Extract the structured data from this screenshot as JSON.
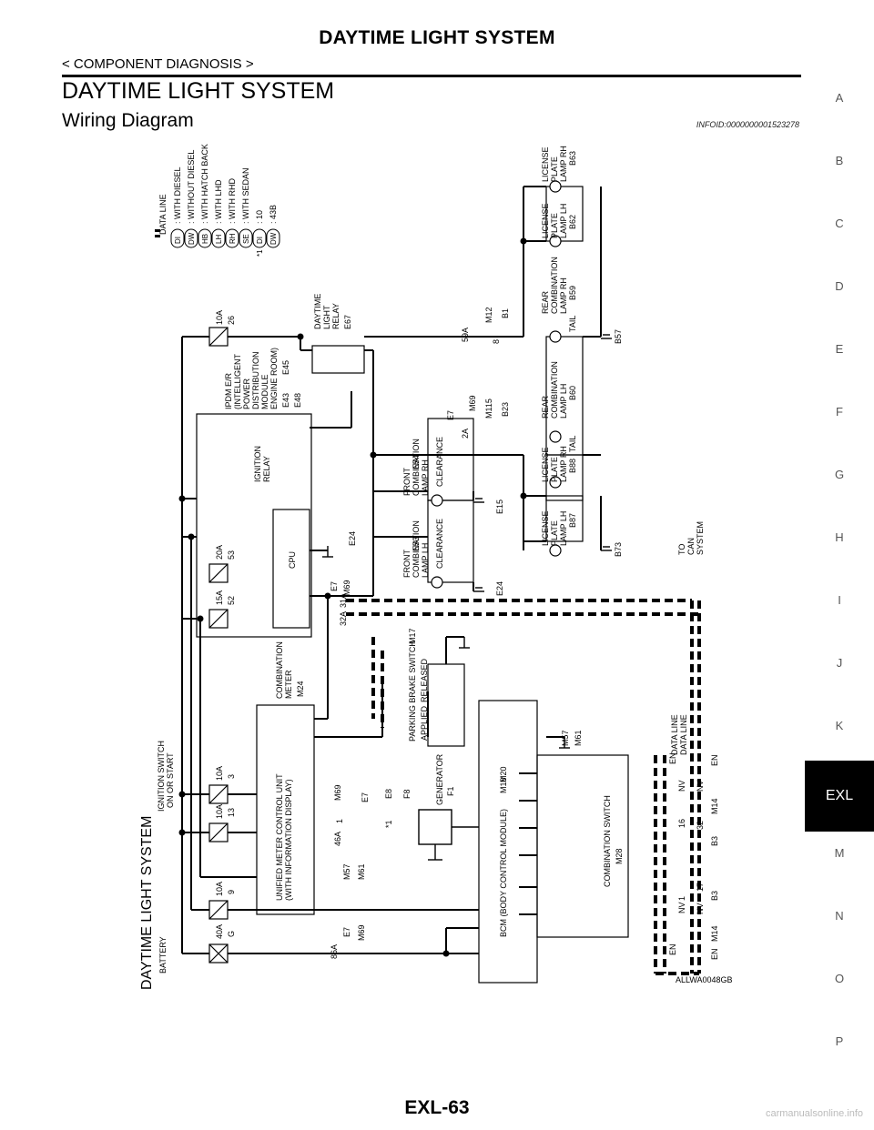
{
  "header": {
    "title": "DAYTIME LIGHT SYSTEM",
    "subtitle": "< COMPONENT DIAGNOSIS >",
    "section_title": "DAYTIME LIGHT SYSTEM",
    "subsection_title": "Wiring Diagram",
    "info_id": "INFOID:0000000001523278"
  },
  "side_nav": {
    "letters": [
      "A",
      "B",
      "C",
      "D",
      "E",
      "F",
      "G",
      "H",
      "I",
      "J",
      "K"
    ],
    "active": "EXL",
    "letters_after": [
      "M",
      "N",
      "O",
      "P"
    ]
  },
  "page_number": "EXL-63",
  "watermark": "carmanualsonline.info",
  "diagram": {
    "vertical_title": "DAYTIME LIGHT SYSTEM",
    "figure_code": "ALLWA0048GB",
    "legend": {
      "data_line": "DATA LINE",
      "items": [
        {
          "code": "DI",
          "text": ": WITH DIESEL"
        },
        {
          "code": "DW",
          "text": ": WITHOUT DIESEL"
        },
        {
          "code": "HB",
          "text": ": WITH HATCH BACK"
        },
        {
          "code": "LH",
          "text": ": WITH LHD"
        },
        {
          "code": "RH",
          "text": ": WITH RHD"
        },
        {
          "code": "SE",
          "text": ": WITH SEDAN"
        }
      ],
      "footnote_mark": "*1",
      "footnote_items": [
        {
          "code": "DI",
          "text": ": 10"
        },
        {
          "code": "DW",
          "text": ": 43B"
        }
      ]
    },
    "labels": {
      "battery": "BATTERY",
      "ignition_switch_1": "IGNITION SWITCH",
      "ignition_switch_2": "ON OR START",
      "fuse_40a": "40A",
      "fuse_g": "G",
      "fuse_10a_1": "10A",
      "fuse_9": "9",
      "fuse_10a_2": "10A",
      "fuse_13": "13",
      "fuse_10a_3": "10A",
      "fuse_3": "3",
      "fuse_15a": "15A",
      "fuse_52": "52",
      "fuse_20a": "20A",
      "fuse_53": "53",
      "fuse_10a_4": "10A",
      "fuse_26": "26",
      "ipdm_1": "IPDM E/R",
      "ipdm_2": "(INTELLIGENT",
      "ipdm_3": "POWER",
      "ipdm_4": "DISTRIBUTION",
      "ipdm_5": "MODULE",
      "ipdm_6": "ENGINE ROOM)",
      "ipdm_c1": "E43",
      "ipdm_c2": "E45",
      "ipdm_c3": "E48",
      "cpu": "CPU",
      "ign_relay_1": "IGNITION",
      "ign_relay_2": "RELAY",
      "dtl_relay_1": "DAYTIME",
      "dtl_relay_2": "LIGHT",
      "dtl_relay_3": "RELAY",
      "dtl_relay_c": "E67",
      "comb_meter_1": "COMBINATION",
      "comb_meter_2": "METER",
      "comb_meter_c": "M24",
      "umcu_1": "UNIFIED METER CONTROL UNIT",
      "umcu_2": "(WITH INFORMATION DISPLAY)",
      "parking_brake": "PARKING BRAKE SWITCH",
      "parking_brake_c": "M17",
      "applied": "APPLIED",
      "released": "RELEASED",
      "generator": "GENERATOR",
      "generator_c": "F1",
      "bcm": "BCM (BODY CONTROL MODULE)",
      "bcm_c1": "M18",
      "bcm_c2": "M20",
      "comb_sw": "COMBINATION SWITCH",
      "comb_sw_c": "M28",
      "fcl_lh_1": "FRONT",
      "fcl_lh_2": "COMBINATION",
      "fcl_lh_3": "LAMP LH",
      "fcl_lh_c": "E53",
      "fcl_rh_1": "FRONT",
      "fcl_rh_2": "COMBINATION",
      "fcl_rh_3": "LAMP RH",
      "fcl_rh_c": "E54",
      "clearance": "CLEARANCE",
      "lpl_lh_1": "LICENSE",
      "lpl_lh_2": "PLATE",
      "lpl_lh_3": "LAMP LH",
      "lpl_lh_c": "B87",
      "lpl_rh_1": "LICENSE",
      "lpl_rh_2": "PLATE",
      "lpl_rh_3": "LAMP RH",
      "lpl_rh_c": "B88",
      "rcl_lh_1": "REAR",
      "rcl_lh_2": "COMBINATION",
      "rcl_lh_3": "LAMP LH",
      "rcl_lh_c": "B60",
      "rcl_rh_1": "REAR",
      "rcl_rh_2": "COMBINATION",
      "rcl_rh_3": "LAMP RH",
      "rcl_rh_c": "B59",
      "lpl2_lh_1": "LICENSE",
      "lpl2_lh_2": "PLATE",
      "lpl2_lh_3": "LAMP LH",
      "lpl2_lh_c": "B62",
      "lpl2_rh_1": "LICENSE",
      "lpl2_rh_2": "PLATE",
      "lpl2_rh_3": "LAMP RH",
      "lpl2_rh_c": "B63",
      "tail": "TAIL",
      "to_can_1": "TO",
      "to_can_2": "CAN",
      "to_can_3": "SYSTEM",
      "data_line_a": "DATA LINE",
      "data_line_b": "DATA LINE",
      "g_e24a": "E24",
      "g_e15": "E15",
      "g_e24b": "E24",
      "g_b73": "B73",
      "g_b57": "B57",
      "c_e7a": "E7",
      "c_m69a": "M69",
      "c_e7b": "E7",
      "c_m69b": "M69",
      "c_e7c": "E7",
      "c_m69c": "M69",
      "c_m115": "M115",
      "c_b23": "B23",
      "c_m12": "M12",
      "c_b1": "B1",
      "c_m69d": "M69",
      "c_e7d": "E7",
      "c_e8": "E8",
      "c_f8": "F8",
      "c_m57a": "M57",
      "c_m61a": "M61",
      "c_m57b": "M57",
      "c_m61b": "M61",
      "c_m14a": "M14",
      "c_b3a": "B3",
      "c_b3b": "B3",
      "c_m14b": "M14",
      "w_86a": "86A",
      "w_32a": "32A",
      "w_31a": "31A",
      "w_2a": "2A",
      "w_59a": "59A",
      "w_46a": "46A",
      "w_8": "8",
      "w_1": "1",
      "star1": "*1",
      "en": "EN",
      "nv": "NV",
      "pin_1": "1",
      "pin_16": "16",
      "pin_17": "17",
      "pin_32": "32"
    }
  }
}
